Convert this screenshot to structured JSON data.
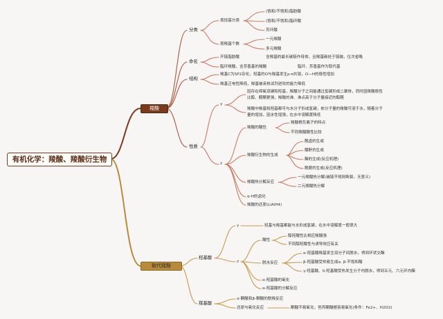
{
  "root": "有机化学：羧酸、羧酸衍生物",
  "acid": {
    "label": "羧酸",
    "classification": {
      "label": "分类",
      "by_hydrocarbon": "按烃基分类",
      "hydro_items": [
        "(饱和/不饱和)脂肪酸",
        "(饱和/不饱和)脂环酸",
        "芳环酸"
      ],
      "by_count": "按羧基个数",
      "count_items": [
        "一元羧酸",
        "多元羧酸"
      ]
    },
    "naming": {
      "label": "命名",
      "items": [
        "开链脂肪酸",
        "脂环羧酸，含芳香基的羧酸"
      ],
      "notes": [
        "含羧基的最长碳链作母体，且羧基碳处于链端，位次省略",
        "脂环、芳香基作为取代基"
      ]
    },
    "structure": {
      "label": "结构",
      "items": [
        "羧基C为SP2杂化，羟基的O与羧基发生p-π共轭，O—H的极性增加",
        "羧基正电性降低，羧基被亲核试剂进攻的能力降低"
      ]
    },
    "properties": {
      "label": "性质",
      "physical": {
        "label": "γ",
        "items": [
          "因存在缔氧双键和羟基，羧酸分子之间能通过氢键形成二聚体，同时因羧酸极性",
          "比醇、醛酮更强，羧酸的沸、沸点高于分子量接近的醇醛",
          "羧酸中羰基和羟基都可与水分子形成氢键，依分子量的羧酸可溶于水，随着分子",
          "量的增加，因水性增强，在水中溶解度降低"
        ]
      },
      "chemical": {
        "label": "z",
        "acidity": "羧酸的酸性",
        "acidity_items": [
          "羧酸根负离子的特点",
          "不同羧酸酸性比较"
        ],
        "derivatives": "羧酸衍生物的生成",
        "deriv_items": [
          "酰卤的生成",
          "酸酐的生成",
          "酯的生成(反应机理)",
          "酰胺的生成(反应机理)"
        ],
        "decarbox": "羧酸热分解反应",
        "decarbox_items": [
          "一元羧酸热分解(碳链不规则断裂，无意义)",
          "二元羧酸热分解"
        ],
        "halogen": "α-H的卤化",
        "reduction": "羧酸的还原(LiAlH4)"
      }
    }
  },
  "derivatives": {
    "label": "取代羧酸",
    "hydroxy": {
      "label": "羟基酸",
      "gamma": "γ",
      "gamma_note": "羟基与羧基都能与水形成氢键，在水中溶解度一般很大",
      "z": "z",
      "acidity": "酸性",
      "acidity_items": [
        "醇羟酸性比相应羧酸强",
        "不同醇羟酸性与诱导效应有关"
      ],
      "dehydration": "脱水反应",
      "dehydration_items": [
        "α-羟基酸羧基发生双分子间脱水，得到环状交酯",
        "β-羟基酸受热易生成α, β-不饱和酸",
        "γ-羟基酸、δ-羟基酸受热发生分子内脱水，得到五元、六元环内酯"
      ],
      "oxidation": "α-羟基酸的氧化",
      "decomposition": "α-羟基酸的分解反应"
    },
    "carbonyl": {
      "label": "羰基酸",
      "items": [
        "α-酮酸和β-酮酸的脱羧反应",
        "还原与氧化反应"
      ],
      "note": "酮酸不易氧化，但丙酮酸極容易氧化(条件：Fe2+、H2O2)"
    }
  }
}
